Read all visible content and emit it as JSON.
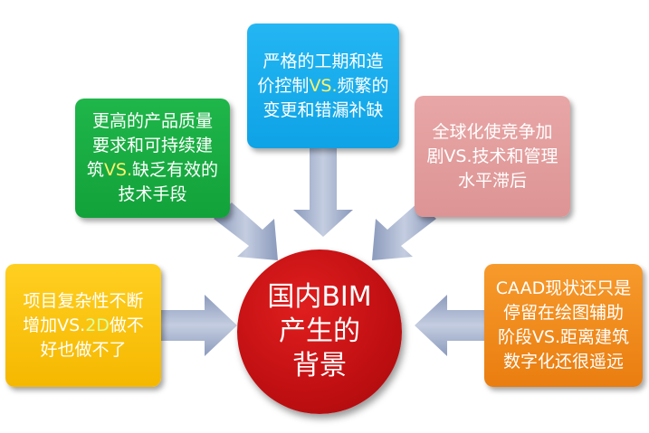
{
  "center": {
    "label": "国内BIM\n产生的\n背景",
    "color": "#c00f12"
  },
  "boxes": {
    "top": {
      "line1": "严格的工期和造",
      "line2_a": "价控制",
      "line2_b": "VS.",
      "line2_c": "频繁的",
      "line3": "变更和错漏补缺",
      "color": "#0ea3e6"
    },
    "upper_left": {
      "line1": "更高的产品质量",
      "line2": "要求和可持续建",
      "line3_a": "筑",
      "line3_b": "VS.",
      "line3_c": "缺乏有效的",
      "line4": "技术手段",
      "color": "#12a23a"
    },
    "upper_right": {
      "line1": "全球化使竞争加",
      "line2": "剧VS.技术和管理",
      "line3": "水平滞后",
      "color": "#dd9494"
    },
    "left": {
      "line1": "项目复杂性不断",
      "line2_a": "增加",
      "line2_b": "VS.",
      "line2_c": "2D",
      "line2_d": "做不",
      "line3": "好也做不了",
      "color": "#f5b800"
    },
    "right": {
      "line1": "CAAD现状还只是",
      "line2": "停留在绘图辅助",
      "line3": "阶段VS.距离建筑",
      "line4": "数字化还很遥远",
      "color": "#ea7d10"
    }
  },
  "arrow_color": "#9aa8c8"
}
